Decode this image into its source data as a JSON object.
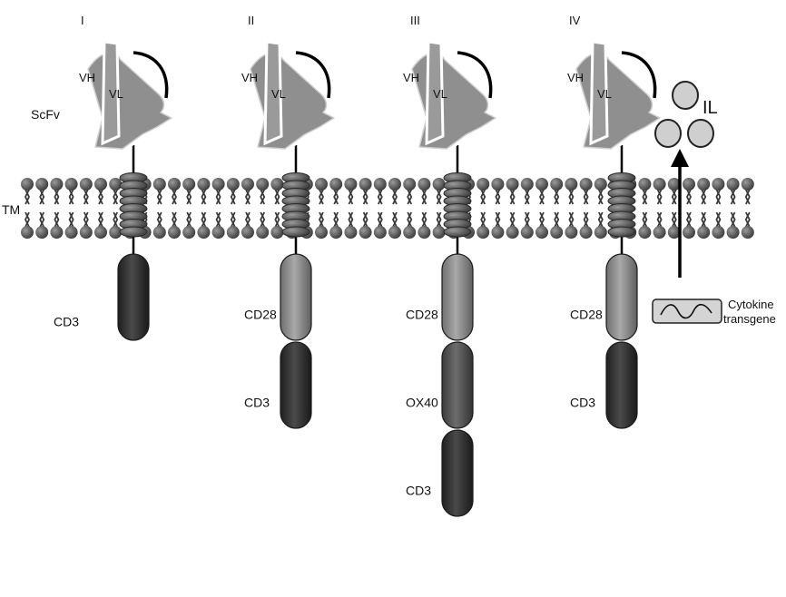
{
  "labels": {
    "scfv": "ScFv",
    "tm": "TM",
    "vh": "VH",
    "vl": "VL",
    "il": "IL",
    "cytokine_line1": "Cytokine",
    "cytokine_line2": "transgene"
  },
  "generations": [
    {
      "numeral": "I",
      "domains": [
        {
          "name": "CD3",
          "tone": "dark"
        }
      ]
    },
    {
      "numeral": "II",
      "domains": [
        {
          "name": "CD28",
          "tone": "light"
        },
        {
          "name": "CD3",
          "tone": "dark"
        }
      ]
    },
    {
      "numeral": "III",
      "domains": [
        {
          "name": "CD28",
          "tone": "light"
        },
        {
          "name": "OX40",
          "tone": "mid"
        },
        {
          "name": "CD3",
          "tone": "dark"
        }
      ]
    },
    {
      "numeral": "IV",
      "domains": [
        {
          "name": "CD28",
          "tone": "light"
        },
        {
          "name": "CD3",
          "tone": "dark"
        }
      ]
    }
  ],
  "colors": {
    "light": "#8a8a8a",
    "mid": "#555555",
    "dark": "#2f2f2f",
    "scfv": "#8f8f8f",
    "bead": "#4a4a4a",
    "il_circle": "#cfcfcf"
  }
}
